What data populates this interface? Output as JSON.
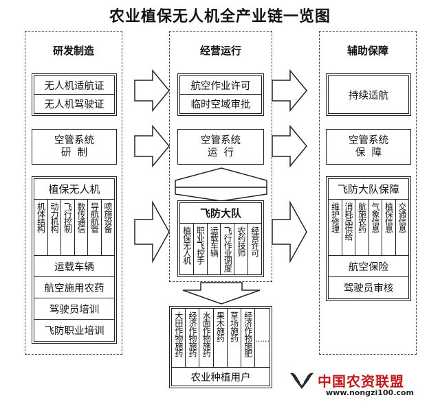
{
  "title": "农业植保无人机全产业链一览图",
  "columns": {
    "left": {
      "heading": "研发制造",
      "cert_box": [
        "无人机适航证",
        "无人机驾驶证"
      ],
      "atc_box": [
        "空管系统",
        "研  制"
      ],
      "uav": {
        "title": "植保无人机",
        "parts": [
          "机体结构",
          "动力机构",
          "飞行控制",
          "数传通信",
          "导航航管",
          "喷施设备"
        ]
      },
      "items": [
        "运载车辆",
        "航空施用农药",
        "驾驶员培训",
        "飞防职业培训"
      ]
    },
    "middle": {
      "heading": "经营运行",
      "permit_box": [
        "航空作业许可",
        "临时空域审批"
      ],
      "atc_box": [
        "空管系统",
        "运  行"
      ],
      "team": {
        "title": "飞防大队",
        "parts": [
          "植保无人机",
          "职业飞控手",
          "运载车辆",
          "飞行作业调度",
          "农药技师",
          "经营许可"
        ]
      }
    },
    "right": {
      "heading": "辅助保障",
      "airworthy": "持续适航",
      "atc_box": [
        "空管系统",
        "保  障"
      ],
      "guarantee": {
        "title": "飞防大队保障",
        "parts": [
          "维护修理",
          "消耗品供给",
          "航施农药",
          "气象信息",
          "植保信息",
          "交通信息"
        ]
      },
      "items": [
        "航空保险",
        "驾驶员审核"
      ]
    }
  },
  "bottom": {
    "crops": [
      "大田作物施药",
      "经济作物施药",
      "水面作物施药",
      "果木施药",
      "草场施药",
      "经济作物施肥",
      "......"
    ],
    "users": "农业种植用户"
  },
  "watermark": {
    "brand": "中国农资联盟",
    "url": "www.nongzi100.com"
  }
}
